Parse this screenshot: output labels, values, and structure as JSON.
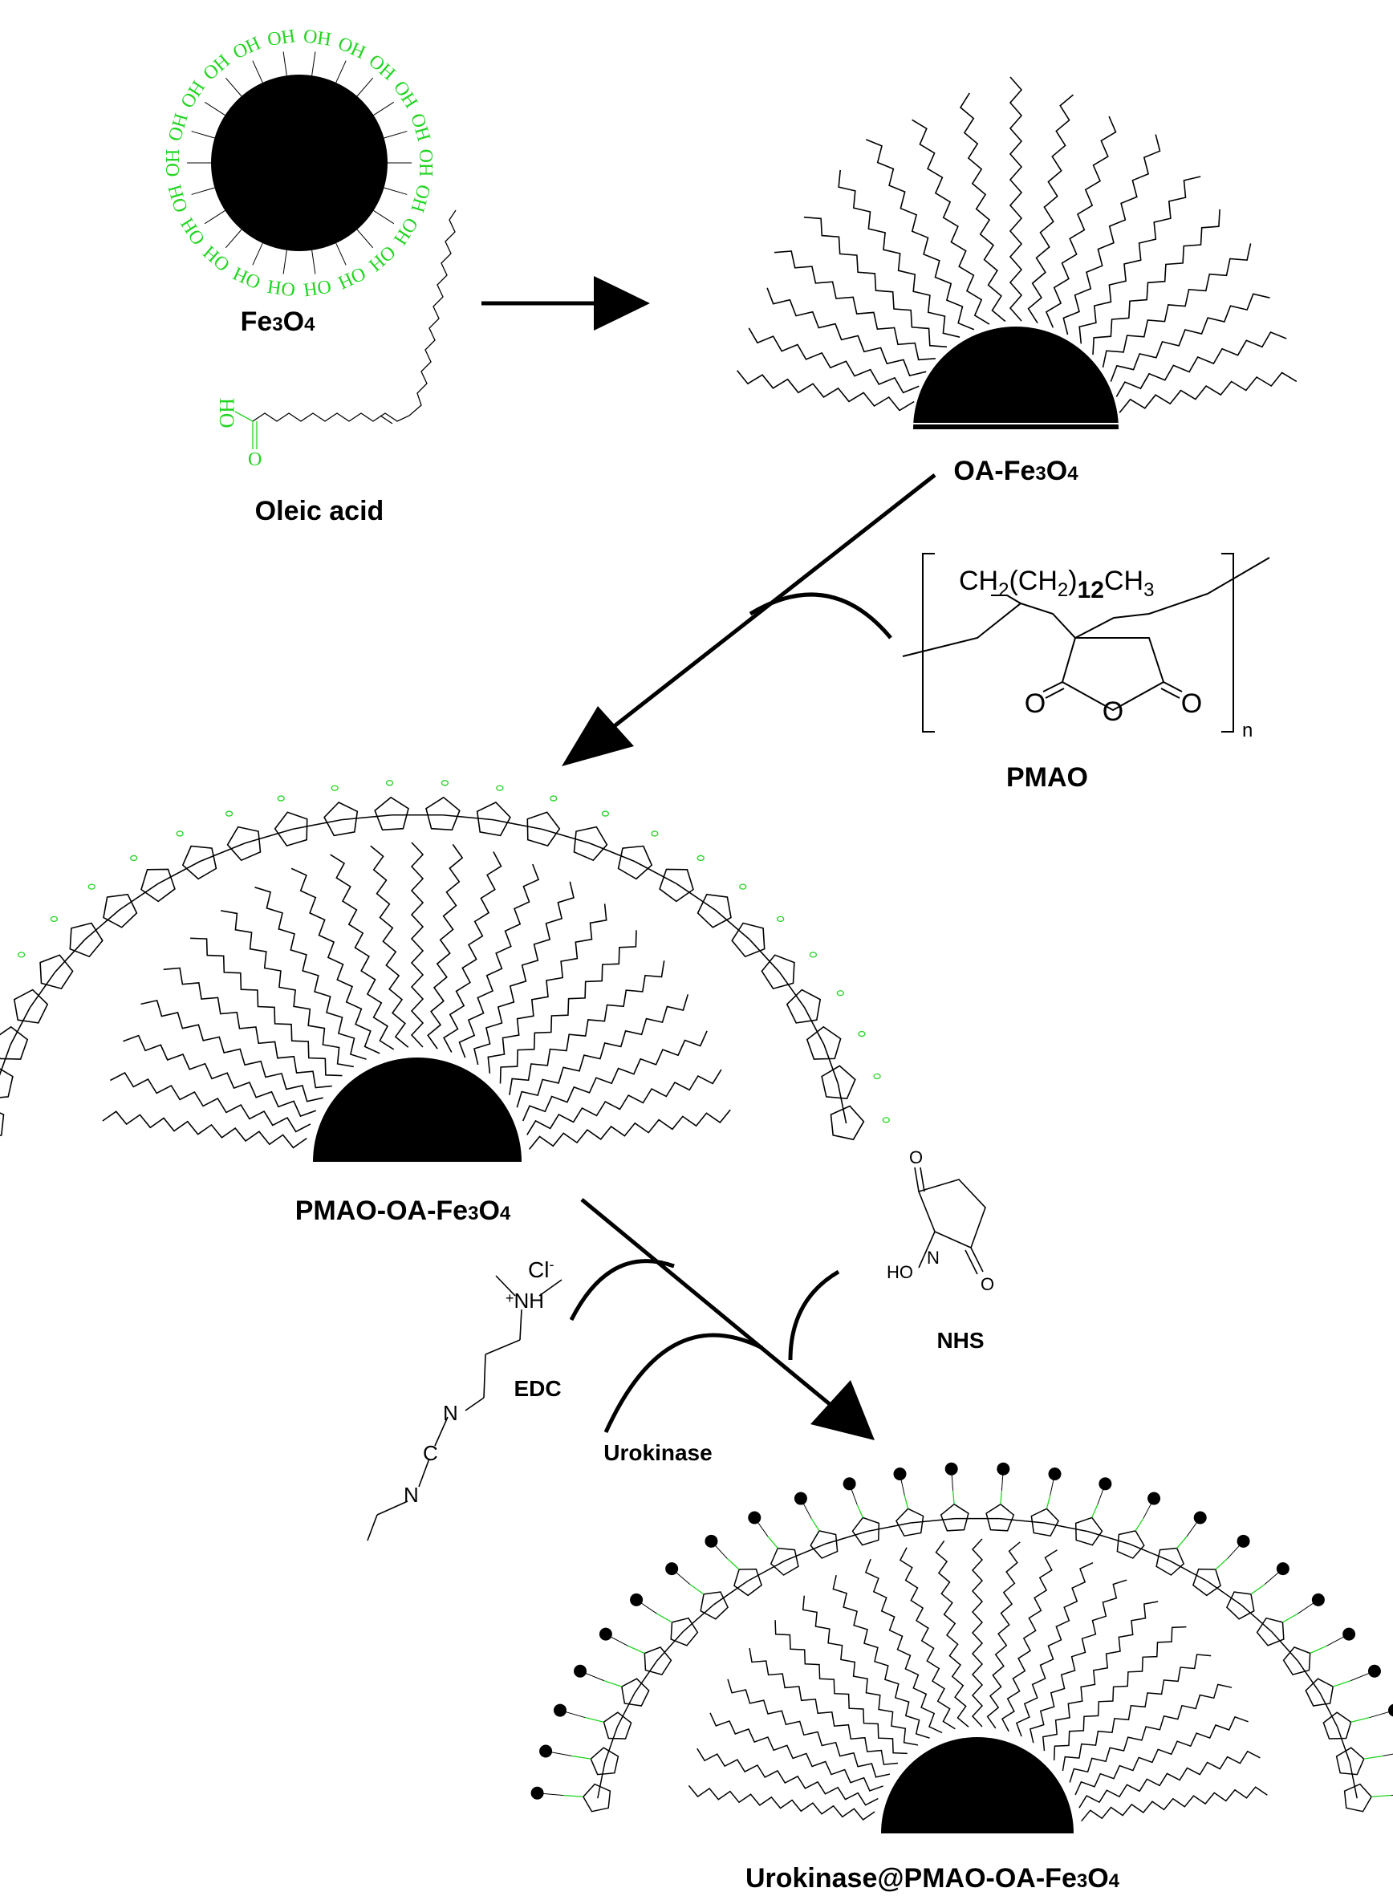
{
  "colors": {
    "ink": "#000000",
    "functional_group": "#22d422",
    "background": "#ffffff"
  },
  "labels": {
    "fe3o4": "Fe3O4",
    "oleic_acid": "Oleic acid",
    "oa_fe3o4": "OA-Fe3O4",
    "pmao": "PMAO",
    "pmao_oa_fe3o4": "PMAO-OA-Fe3O4",
    "edc": "EDC",
    "nhs": "NHS",
    "urokinase": "Urokinase",
    "product": "Urokinase@PMAO-OA-Fe3O4"
  },
  "chem_text": {
    "hydroxyl": "OH",
    "carboxyl_oh": "HO",
    "carbonyl_o": "O",
    "pmao_sidechain_a": "CH",
    "pmao_sidechain_sub2": "2",
    "pmao_sidechain_b": "(CH",
    "pmao_sidechain_sub2b": "2",
    "pmao_sidechain_c": ")",
    "pmao_sidechain_sub12": "12",
    "pmao_sidechain_d": "CH",
    "pmao_sidechain_sub3": "3",
    "pmao_repeat_n": "n",
    "pmao_ring_o_left": "O",
    "pmao_ring_o_mid": "O",
    "pmao_ring_o_right": "O",
    "edc_counterion": "Cl",
    "edc_counterion_charge": "-",
    "edc_ammonium": "NH",
    "edc_ammonium_charge": "+",
    "edc_n1": "N",
    "edc_c": "C",
    "edc_n2": "N",
    "nhs_ho": "HO",
    "nhs_n": "N",
    "nhs_o_top": "O",
    "nhs_o_bottom": "O"
  }
}
